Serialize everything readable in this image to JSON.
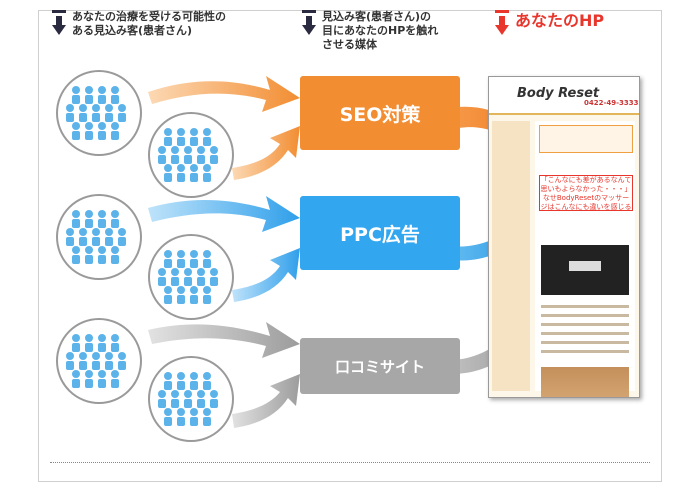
{
  "headers": [
    {
      "text_line1": "あなたの治療を受ける可能性の",
      "text_line2": "ある見込み客(患者さん)",
      "text_line3": ""
    },
    {
      "text_line1": "見込み客(患者さん)の",
      "text_line2": "目にあなたのHPを触れ",
      "text_line3": "させる媒体"
    },
    {
      "text_line1": "あなたのHP",
      "text_line2": "",
      "text_line3": ""
    }
  ],
  "media": {
    "seo": "SEO対策",
    "ppc": "PPC広告",
    "kuchikomi": "口コミサイト"
  },
  "website": {
    "logo": "Body Reset",
    "phone": "0422-49-3333",
    "catch": "「こんなにも差があるなんて思いもよらなかった・・・」なせBodyResetのマッサージはこんなにも違いを感じる事ができるのか？"
  },
  "colors": {
    "seo": "#f28d32",
    "ppc": "#32a6ef",
    "kuchikomi": "#a7a7a7",
    "people": "#5cb3ea",
    "accent_red": "#e8362d",
    "header_arrow": "#2a2a40"
  }
}
